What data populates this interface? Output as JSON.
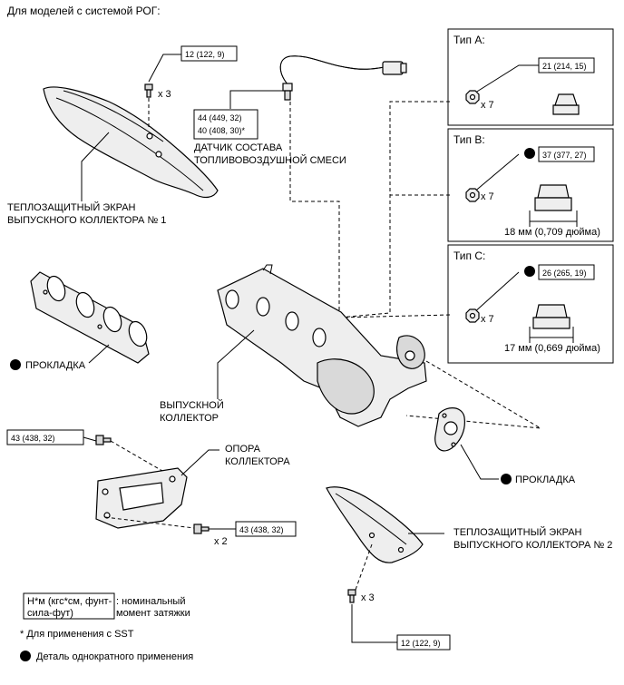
{
  "header": "Для моделей с системой РОГ:",
  "torque": {
    "top_bolt": "12 (122, 9)",
    "sensor_1": "44 (449, 32)",
    "sensor_2": "40 (408, 30)*",
    "type_a": "21 (214, 15)",
    "type_b": "37 (377, 27)",
    "type_c": "26 (265, 19)",
    "support_top": "43 (438, 32)",
    "support_bottom": "43 (438, 32)",
    "bottom_bolt": "12 (122, 9)"
  },
  "quantities": {
    "top_bolt": "x 3",
    "type_a": "x 7",
    "type_b": "x 7",
    "type_c": "x 7",
    "support_bottom": "x 2",
    "bottom_bolt": "x 3"
  },
  "labels": {
    "sensor_line1": "ДАТЧИК СОСТАВА",
    "sensor_line2": "ТОПЛИВОВОЗДУШНОЙ СМЕСИ",
    "shield1_line1": "ТЕПЛОЗАЩИТНЫЙ ЭКРАН",
    "shield1_line2": "ВЫПУСКНОГО КОЛЛЕКТОРА № 1",
    "gasket_left": "ПРОКЛАДКА",
    "manifold_line1": "ВЫПУСКНОЙ",
    "manifold_line2": "КОЛЛЕКТОР",
    "support_line1": "ОПОРА",
    "support_line2": "КОЛЛЕКТОРА",
    "gasket_right": "ПРОКЛАДКА",
    "shield2_line1": "ТЕПЛОЗАЩИТНЫЙ ЭКРАН",
    "shield2_line2": "ВЫПУСКНОГО КОЛЛЕКТОРА № 2"
  },
  "types": {
    "a_title": "Тип A:",
    "b_title": "Тип B:",
    "c_title": "Тип C:",
    "b_dim": "18 мм (0,709 дюйма)",
    "c_dim": "17 мм (0,669 дюйма)"
  },
  "legend": {
    "unit_line1": "Н*м (кгс*см, фунт-",
    "unit_line2": "сила-фут)",
    "unit_desc1": ": номинальный",
    "unit_desc2": "момент затяжки",
    "sst_note": "* Для применения с SST",
    "single_use": "Деталь однократного применения"
  },
  "colors": {
    "line": "#000000",
    "part_fill": "#eeeeee",
    "background": "#ffffff"
  }
}
